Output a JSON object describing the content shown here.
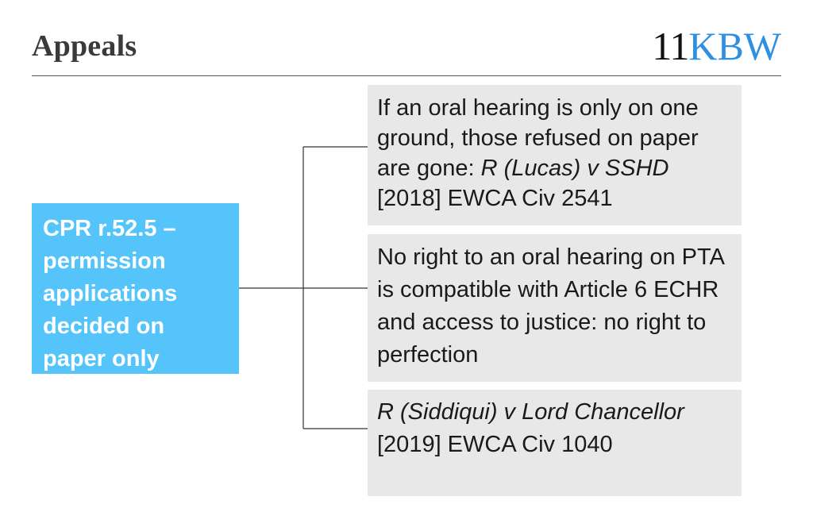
{
  "header": {
    "title": "Appeals",
    "logo_number": "11",
    "logo_letters": "KBW"
  },
  "root": {
    "text": "CPR r.52.5 – permission applications decided on paper only"
  },
  "nodes": [
    {
      "pre": "If an oral hearing is only on one ground, those refused on paper are gone: ",
      "case": "R (Lucas) v SSHD",
      "post": " [2018] EWCA Civ 2541"
    },
    {
      "text": "No right to an oral hearing on PTA is compatible with Article 6 ECHR and access to justice: no right to perfection"
    },
    {
      "case": "R (Siddiqui) v Lord Chancellor",
      "post": " [2019] EWCA Civ 1040"
    }
  ],
  "colors": {
    "root_fill": "#54c4fa",
    "node_fill": "#e8e8e8",
    "logo_accent": "#2f8fe0",
    "connector": "#333333"
  }
}
